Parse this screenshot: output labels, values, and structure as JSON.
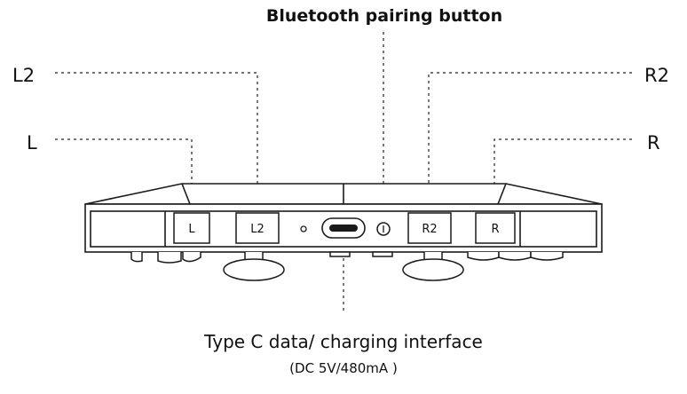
{
  "callouts": {
    "bluetooth": "Bluetooth pairing button",
    "l2_left": "L2",
    "l_left": "L",
    "r2_right": "R2",
    "r_right": "R",
    "type_c": "Type C data/ charging interface",
    "type_c_spec": "(DC 5V/480mA )"
  },
  "buttons": {
    "l": "L",
    "l2": "L2",
    "r2": "R2",
    "r": "R"
  }
}
